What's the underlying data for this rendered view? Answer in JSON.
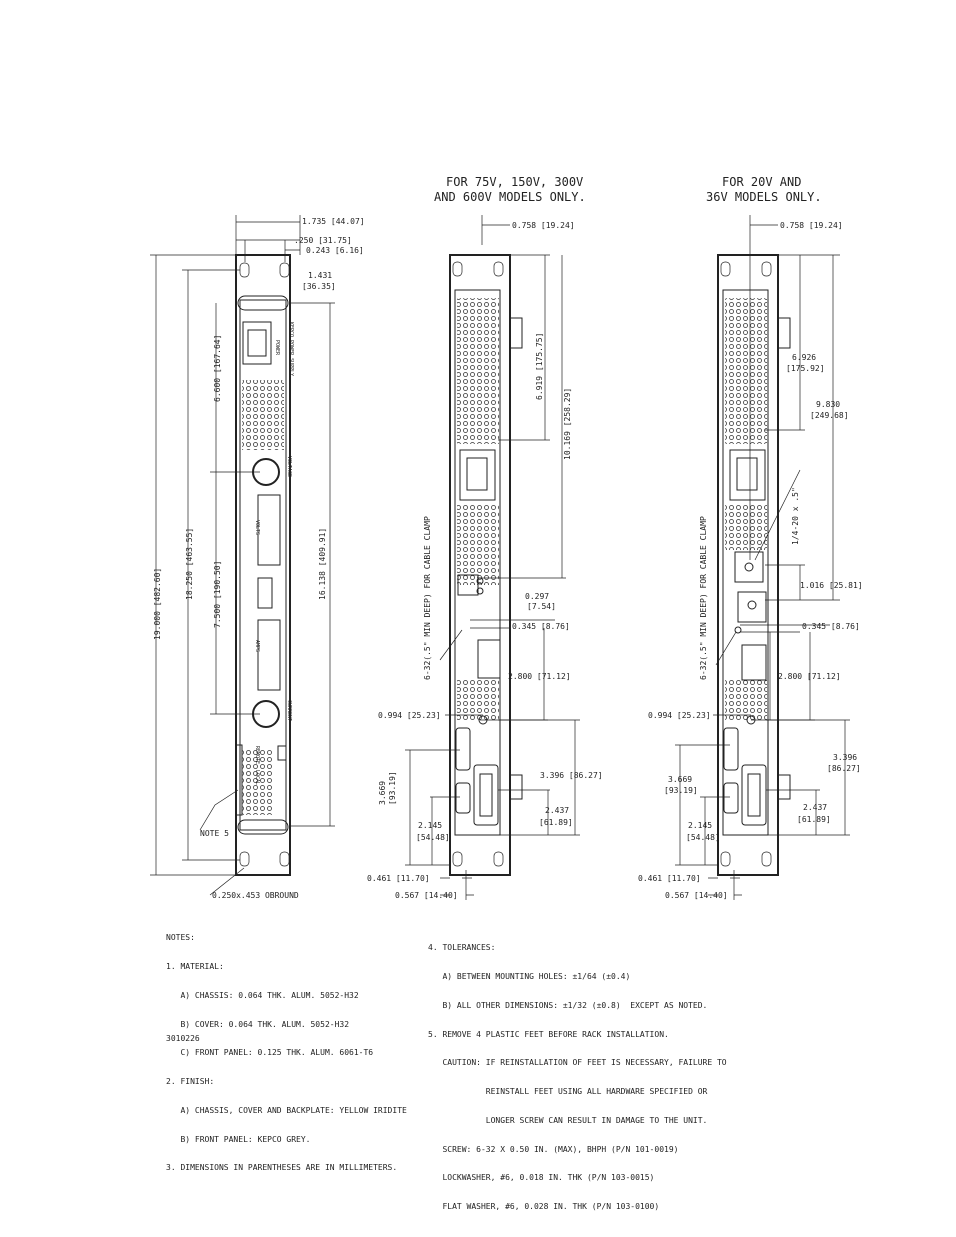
{
  "headings": {
    "middle": [
      "FOR 75V, 150V, 300V",
      "AND 600V MODELS ONLY."
    ],
    "right": [
      "FOR 20V AND",
      "36V MODELS ONLY."
    ]
  },
  "front_panel": {
    "dims": {
      "w1": "1.735 [44.07]",
      "w2": ".250 [31.75]",
      "w3": "0.243 [6.16]",
      "h1a": "1.431",
      "h1b": "[36.35]",
      "h_total": "19.000 [482.60]",
      "h_holes": "18.250 [463.55]",
      "h_knobs": "7.500 [190.50]",
      "h_upper": "6.600 [167.64]",
      "h_inner": "16.138 [409.91]",
      "note5": "NOTE 5",
      "obround": "0.250x.453 OBROUND"
    },
    "labels": {
      "brand": "KEPCO POWER SUPPLY",
      "power": "POWER",
      "voltage": "VOLTAGE",
      "volts": "VOLTS",
      "current": "CURRENT",
      "amps": "AMPS",
      "remote": "REMOTE",
      "local": "LOCAL"
    }
  },
  "rear_mid": {
    "dims": {
      "top": "0.758 [19.24]",
      "d1": "6.919 [175.75]",
      "d2": "10.169 [258.29]",
      "d3a": "0.297",
      "d3b": "[7.54]",
      "d4": "0.345 [8.76]",
      "d5": "2.800 [71.12]",
      "d6": "0.994 [25.23]",
      "d7": "3.396 [86.27]",
      "d8a": "2.437",
      "d8b": "[61.89]",
      "d9a": "3.669",
      "d9b": "[93.19]",
      "d10a": "2.145",
      "d10b": "[54.48]",
      "d11": "0.461 [11.70]",
      "d12": "0.567 [14.40]",
      "clamp": "6-32(.5\" MIN DEEP) FOR CABLE CLAMP"
    }
  },
  "rear_right": {
    "dims": {
      "top": "0.758 [19.24]",
      "d1a": "6.926",
      "d1b": "[175.92]",
      "d2a": "9.830",
      "d2b": "[249.68]",
      "d3": "1/4-20 x .5\"",
      "d4": "1.016 [25.81]",
      "d5": "0.345 [8.76]",
      "d6": "2.800 [71.12]",
      "d7": "0.994 [25.23]",
      "d8a": "3.396",
      "d8b": "[86.27]",
      "d9a": "3.669",
      "d9b": "[93.19]",
      "d10a": "2.437",
      "d10b": "[61.89]",
      "d11a": "2.145",
      "d11b": "[54.48]",
      "d12": "0.461 [11.70]",
      "d13": "0.567 [14.40]",
      "clamp": "6-32(.5\" MIN DEEP) FOR CABLE CLAMP"
    }
  },
  "notes_left": [
    "NOTES:",
    "1. MATERIAL:",
    "   A) CHASSIS: 0.064 THK. ALUM. 5052-H32",
    "   B) COVER: 0.064 THK. ALUM. 5052-H32",
    "   C) FRONT PANEL: 0.125 THK. ALUM. 6061-T6",
    "2. FINISH:",
    "   A) CHASSIS, COVER AND BACKPLATE: YELLOW IRIDITE",
    "   B) FRONT PANEL: KEPCO GREY.",
    "3. DIMENSIONS IN PARENTHESES ARE IN MILLIMETERS."
  ],
  "notes_right": [
    "4. TOLERANCES:",
    "   A) BETWEEN MOUNTING HOLES: ±1/64 (±0.4)",
    "   B) ALL OTHER DIMENSIONS: ±1/32 (±0.8)  EXCEPT AS NOTED.",
    "5. REMOVE 4 PLASTIC FEET BEFORE RACK INSTALLATION.",
    "   CAUTION: IF REINSTALLATION OF FEET IS NECESSARY, FAILURE TO",
    "            REINSTALL FEET USING ALL HARDWARE SPECIFIED OR",
    "            LONGER SCREW CAN RESULT IN DAMAGE TO THE UNIT.",
    "   SCREW: 6-32 X 0.50 IN. (MAX), BHPH (P/N 101-0019)",
    "   LOCKWASHER, #6, 0.018 IN. THK (P/N 103-0015)",
    "   FLAT WASHER, #6, 0.028 IN. THK (P/N 103-0100)"
  ],
  "drawing_number": "3010226"
}
